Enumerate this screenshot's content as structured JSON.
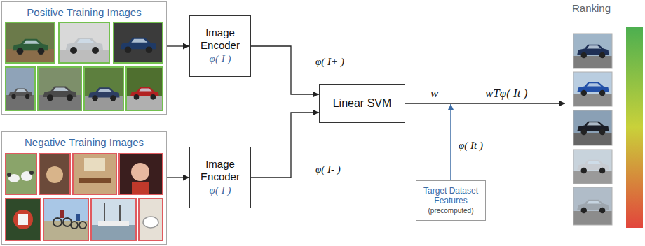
{
  "diagram": {
    "nodes": [
      {
        "text": [
          "Positive Training Images"
        ]
      },
      {
        "text": [
          "Negative Training Images"
        ]
      },
      {
        "text": [
          "Image Encoder",
          "φ( I )"
        ]
      },
      {
        "text": [
          "Image Encoder",
          "φ( I )"
        ]
      },
      {
        "text": [
          "Linear SVM"
        ]
      },
      {
        "text": [
          "Target Dataset Features",
          "(precomputed)"
        ]
      }
    ],
    "edges": [
      {
        "from": 0,
        "to": 2,
        "arrow": "to"
      },
      {
        "from": 1,
        "to": 3,
        "arrow": "to"
      },
      {
        "from": 2,
        "to": 4,
        "arrow": "to",
        "label": "φ( I+ )"
      },
      {
        "from": 3,
        "to": 4,
        "arrow": "to",
        "label": "φ( I- )"
      }
    ],
    "labels": [
      "Ranking",
      "w",
      "wTφ( It )",
      "φ( It )"
    ]
  }
}
